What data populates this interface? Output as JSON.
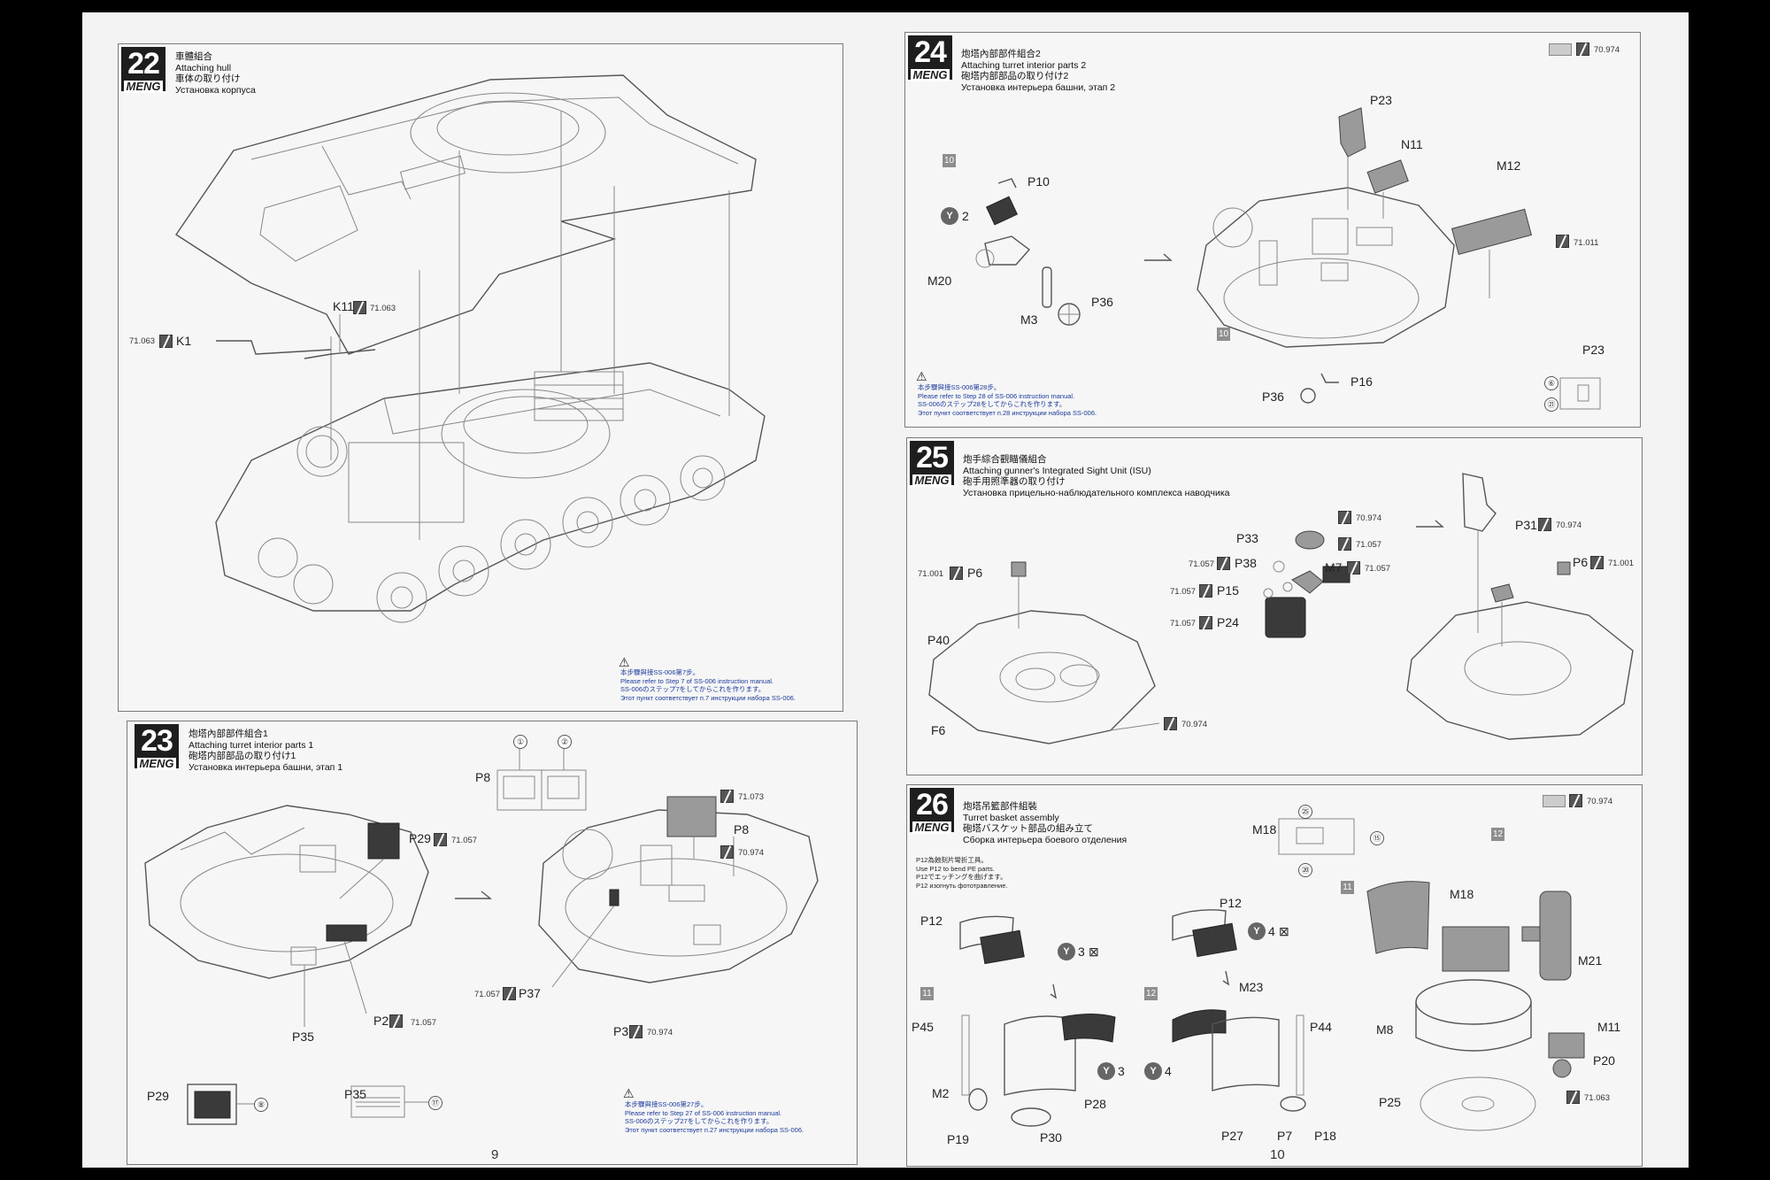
{
  "pages": {
    "left": {
      "page_number": "9"
    },
    "right": {
      "page_number": "10"
    }
  },
  "brand": "MENG",
  "steps": [
    {
      "number": "22",
      "title_zh": "車體組合",
      "title_en": "Attaching hull",
      "title_ja": "車体の取り付け",
      "title_ru": "Установка корпуса",
      "labels": {
        "k11": "K11",
        "k1": "K1"
      },
      "codes": {
        "k11": "71.063",
        "k1": "71.063"
      },
      "note": [
        "本步驟與接SS-006第7步。",
        "Please refer to Step 7 of SS-006 instruction manual.",
        "SS-006のステップ7をしてからこれを作ります。",
        "Этот пункт соответствует п.7 инструкции набора SS-006."
      ]
    },
    {
      "number": "23",
      "title_zh": "炮塔內部部件組合1",
      "title_en": "Attaching turret interior parts 1",
      "title_ja": "砲塔内部部品の取り付け1",
      "title_ru": "Установка интерьера башни, этап 1",
      "labels": {
        "p29": "P29",
        "p2": "P2",
        "p35": "P35",
        "p8": "P8",
        "p8b": "P8",
        "p37": "P37",
        "p3": "P3",
        "p29_detail": "P29",
        "p35_detail": "P35"
      },
      "codes": {
        "p29": "71.057",
        "p2": "71.057",
        "p37": "71.057",
        "p3": "70.974",
        "p8a": "71.073",
        "p8b": "70.974"
      },
      "refs": {
        "r1": "①",
        "r2": "②",
        "r8": "⑧",
        "r17": "⑰"
      },
      "note": [
        "本步驟與接SS-006第27步。",
        "Please refer to Step 27 of SS-006 instruction manual.",
        "SS-006のステップ27をしてからこれを作ります。",
        "Этот пункт соответствует п.27 инструкции набора SS-006."
      ]
    },
    {
      "number": "24",
      "title_zh": "炮塔內部部件組合2",
      "title_en": "Attaching turret interior parts 2",
      "title_ja": "砲塔内部部品の取り付け2",
      "title_ru": "Установка интерьера башни, этап 2",
      "labels": {
        "p10": "P10",
        "m20": "M20",
        "m3": "M3",
        "p36": "P36",
        "p23": "P23",
        "n11": "N11",
        "m12": "M12",
        "p16": "P16",
        "p36b": "P36",
        "p23b": "P23",
        "count2": "2",
        "sq10a": "10",
        "sq10b": "10",
        "r6": "⑥",
        "r21": "㉑"
      },
      "codes": {
        "top": "70.974",
        "m12": "71.011"
      },
      "note": [
        "本步驟與接SS-006第28步。",
        "Please refer to Step 28 of SS-006 instruction manual.",
        "SS-006のステップ28をしてからこれを作ります。",
        "Этот пункт соответствует п.28 инструкции набора SS-006."
      ]
    },
    {
      "number": "25",
      "title_zh": "炮手綜合觀瞄儀組合",
      "title_en": "Attaching gunner's Integrated Sight Unit (ISU)",
      "title_ja": "砲手用照準器の取り付け",
      "title_ru": "Установка прицельно-наблюдательного комплекса наводчика",
      "labels": {
        "p6": "P6",
        "p40": "P40",
        "f6": "F6",
        "p33": "P33",
        "p38": "P38",
        "m7": "M7",
        "p15": "P15",
        "p24": "P24",
        "p31": "P31",
        "p6b": "P6"
      },
      "codes": {
        "p6": "71.001",
        "base": "70.974",
        "p33": "70.974",
        "p33b": "71.057",
        "p38": "71.057",
        "m7": "71.057",
        "p15": "71.057",
        "p24": "71.057",
        "p31": "70.974",
        "p6b": "71.001"
      }
    },
    {
      "number": "26",
      "title_zh": "炮塔吊籃部件組裝",
      "title_en": "Turret basket assembly",
      "title_ja": "砲塔バスケット部品の組み立て",
      "title_ru": "Сборка интерьера боевого отделения",
      "pe_note": [
        "P12為蝕刻片彎折工具。",
        "Use P12 to bend PE parts.",
        "P12でエッチングを曲げます。",
        "P12 изогнуть фототравление."
      ],
      "labels": {
        "m18": "M18",
        "m18b": "M18",
        "m21": "M21",
        "m8": "M8",
        "m11": "M11",
        "p20": "P20",
        "p25": "P25",
        "p12a": "P12",
        "p12b": "P12",
        "p45": "P45",
        "m2": "M2",
        "p28": "P28",
        "p19": "P19",
        "p30": "P30",
        "m23": "M23",
        "p44": "P44",
        "p27": "P27",
        "p7": "P7",
        "p18": "P18",
        "y3a": "3",
        "y4a": "4",
        "y3b": "3",
        "y4b": "4",
        "sq11a": "11",
        "sq12a": "12",
        "sq11b": "11",
        "sq12b": "12"
      },
      "codes": {
        "top": "70.974",
        "p25": "71.063"
      },
      "refs": {
        "r25": "㉕",
        "r15": "⑮",
        "r20": "⑳"
      }
    }
  ]
}
